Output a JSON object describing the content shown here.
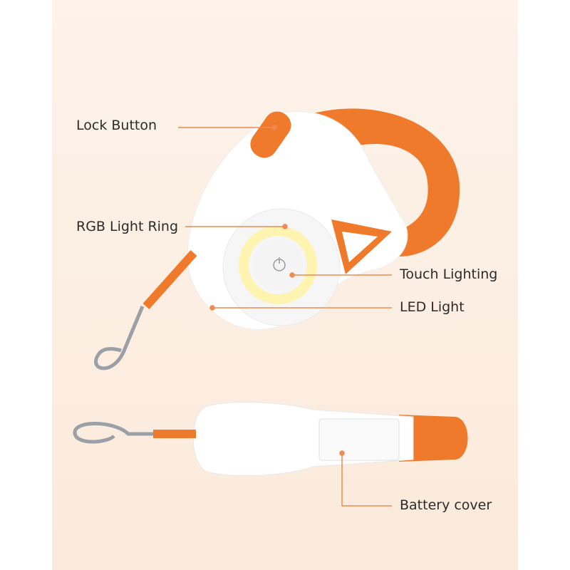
{
  "labels": {
    "lock_button": "Lock Button",
    "rgb_light_ring": "RGB Light Ring",
    "touch_lighting": "Touch Lighting",
    "led_light": "LED Light",
    "battery_cover": "Battery cover"
  },
  "colors": {
    "accent": "#f07a2c",
    "leader_line": "#f08a50",
    "background": "#fbeee2"
  }
}
